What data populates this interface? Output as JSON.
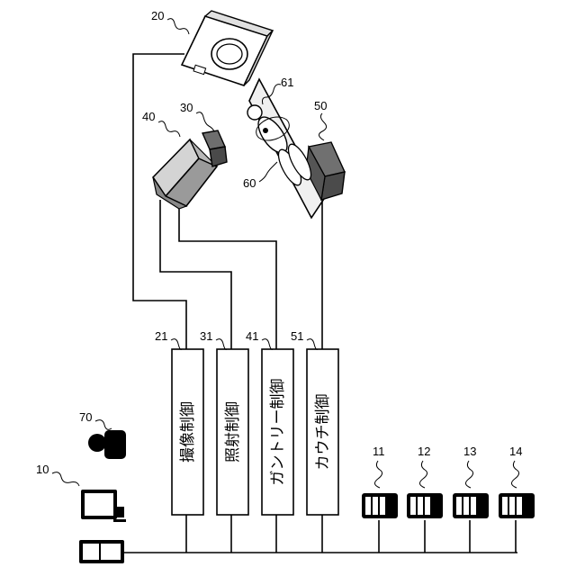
{
  "labels": {
    "computer": "10",
    "imaging_device": "20",
    "imaging_control_ref": "21",
    "irradiation_unit": "30",
    "irradiation_control_ref": "31",
    "gantry": "40",
    "gantry_control_ref": "41",
    "couch": "50",
    "couch_control_ref": "51",
    "patient": "60",
    "target": "61",
    "operator": "70",
    "terminal_1": "11",
    "terminal_2": "12",
    "terminal_3": "13",
    "terminal_4": "14"
  },
  "controllers": {
    "imaging": "撮像制御",
    "irradiation": "照射制御",
    "gantry": "ガントリー制御",
    "couch": "カウチ制御"
  }
}
